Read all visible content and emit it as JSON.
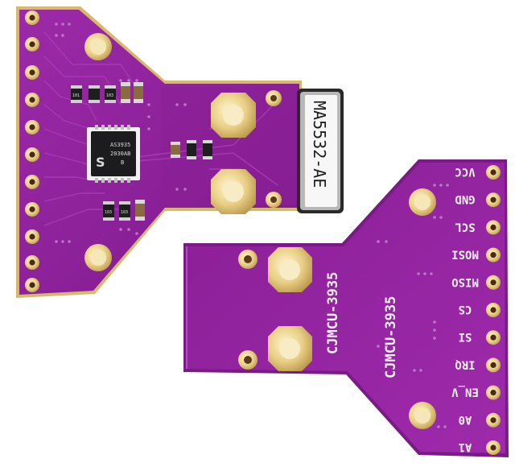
{
  "chip": {
    "line1": "AS3935",
    "line2": "2030AB",
    "line3": "B"
  },
  "antenna": {
    "label": "MA5532-AE"
  },
  "board_back": {
    "brand_outer": "CJMCU-3935",
    "brand_inner": "CJMCU-3935",
    "pin_labels": [
      "VCC",
      "GND",
      "SCL",
      "MOSI",
      "MISO",
      "CS",
      "SI",
      "IRQ",
      "EN_V",
      "A0",
      "A1"
    ]
  },
  "resistors": {
    "top": [
      "101",
      "103",
      "",
      ""
    ],
    "bottom": [
      "103",
      "103",
      ""
    ]
  },
  "colors": {
    "pcb": "#8e1e9a",
    "pcb_dark": "#6c1478",
    "gold": "#e8cf8a",
    "silk": "#f2f2f2"
  }
}
